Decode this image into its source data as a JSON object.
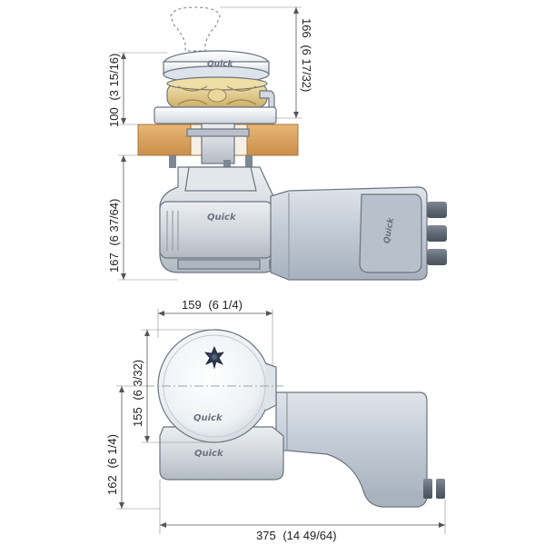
{
  "dimensions": {
    "capstan_height": {
      "mm": "166",
      "in": "(6 17/32)"
    },
    "deck_top_height": {
      "mm": "100",
      "in": "(3 15/16)"
    },
    "below_deck_height": {
      "mm": "167",
      "in": "(6 37/64)"
    },
    "drum_width": {
      "mm": "159",
      "in": "(6 1/4)"
    },
    "drum_diameter": {
      "mm": "155",
      "in": "(6 3/32)"
    },
    "base_depth": {
      "mm": "162",
      "in": "(6 1/4)"
    },
    "overall_length": {
      "mm": "375",
      "in": "(14 49/64)"
    }
  },
  "branding": {
    "logo_text": "Quick"
  },
  "colors": {
    "motor_body": "#c3ccd6",
    "gearbox": "#d7dbe0",
    "deck_wood": "#d9a25e",
    "gypsy_gold": "#e4cf92",
    "drum_top": "#f4f6f8",
    "outline": "#6b7480"
  }
}
